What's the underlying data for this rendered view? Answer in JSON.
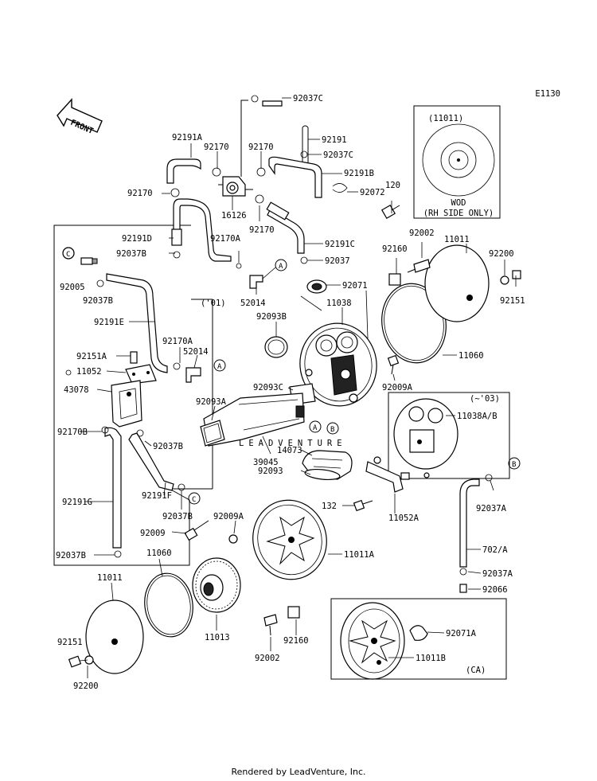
{
  "diagram_code": "E1130",
  "front_label": "FRONT",
  "insets": {
    "wod": {
      "part": "(11011)",
      "line1": "WOD",
      "line2": "(RH SIDE ONLY)"
    },
    "y01": {
      "title": "('01)"
    },
    "y03": {
      "title": "(~'03)"
    },
    "ca": {
      "title": "(CA)"
    }
  },
  "callout_letters": [
    "A",
    "B",
    "C"
  ],
  "parts": {
    "p92037C_top": "92037C",
    "p92191": "92191",
    "p92037C_2": "92037C",
    "p92191A": "92191A",
    "p92170_a": "92170",
    "p92170_b": "92170",
    "p92191B": "92191B",
    "p92170_c": "92170",
    "p16126": "16126",
    "p92072": "92072",
    "p120": "120",
    "p92170_d": "92170",
    "p92191D": "92191D",
    "p92170A_1": "92170A",
    "p92191C": "92191C",
    "p92037B_1": "92037B",
    "p92037": "92037",
    "p92005": "92005",
    "p92037B_2": "92037B",
    "p52014_1": "52014",
    "p92071": "92071",
    "p11038": "11038",
    "p92093B": "92093B",
    "p92191E": "92191E",
    "p92170A_2": "92170A",
    "p52014_2": "52014",
    "p92151A": "92151A",
    "p11052": "11052",
    "p43078": "43078",
    "p92093C": "92093C",
    "p92093A": "92093A",
    "p92170B": "92170B",
    "p92037B_3": "92037B",
    "p39045": "39045",
    "p14073": "14073",
    "p92093": "92093",
    "p92191F": "92191F",
    "p92191G": "92191G",
    "p92037B_4": "92037B",
    "p92009": "92009",
    "p92009A_1": "92009A",
    "p132": "132",
    "p11052A": "11052A",
    "p92037B_5": "92037B",
    "p11060_1": "11060",
    "p11011A": "11011A",
    "p11011_1": "11011",
    "p92151_1": "92151",
    "p92200_1": "92200",
    "p11013": "11013",
    "p92002_1": "92002",
    "p92160_1": "92160",
    "p92002_2": "92002",
    "p11011_2": "11011",
    "p92160_2": "92160",
    "p92200_2": "92200",
    "p92151_2": "92151",
    "p11060_2": "11060",
    "p92009A_2": "92009A",
    "p11038AB": "11038A/B",
    "p92037A_1": "92037A",
    "p702A": "702/A",
    "p92037A_2": "92037A",
    "p92066": "92066",
    "p92071A": "92071A",
    "p11011B": "11011B"
  },
  "watermark": "LEADVENTURE",
  "footer": "Rendered by LeadVenture, Inc."
}
